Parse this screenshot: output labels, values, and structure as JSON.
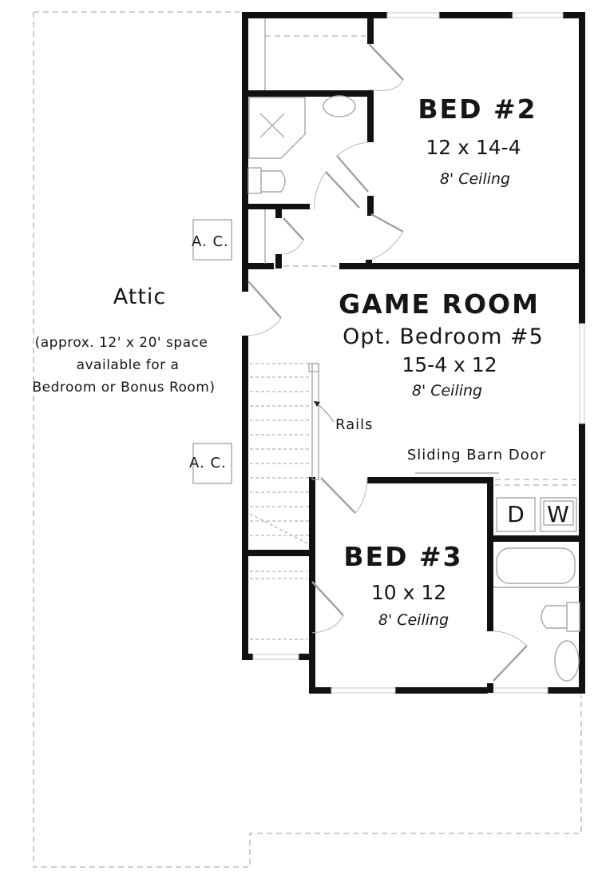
{
  "plan": {
    "rooms": {
      "bed2": {
        "name": "BED #2",
        "size": "12 x 14-4",
        "ceiling": "8' Ceiling"
      },
      "game_room": {
        "name": "GAME ROOM",
        "alt": "Opt. Bedroom #5",
        "size": "15-4 x 12",
        "ceiling": "8' Ceiling"
      },
      "bed3": {
        "name": "BED #3",
        "size": "10 x 12",
        "ceiling": "8' Ceiling"
      }
    },
    "attic": {
      "title": "Attic",
      "note_line1": "(approx. 12' x 20' space",
      "note_line2": "available for a",
      "note_line3": "Bedroom or Bonus Room)"
    },
    "labels": {
      "ac_upper": "A. C.",
      "ac_lower": "A. C.",
      "rails": "Rails",
      "barn_door": "Sliding Barn Door",
      "dryer": "D",
      "washer": "W"
    },
    "colors": {
      "wall": "#111111",
      "fixture": "#a8a8a8",
      "dashed": "#b0b0b0",
      "background": "#ffffff"
    }
  }
}
